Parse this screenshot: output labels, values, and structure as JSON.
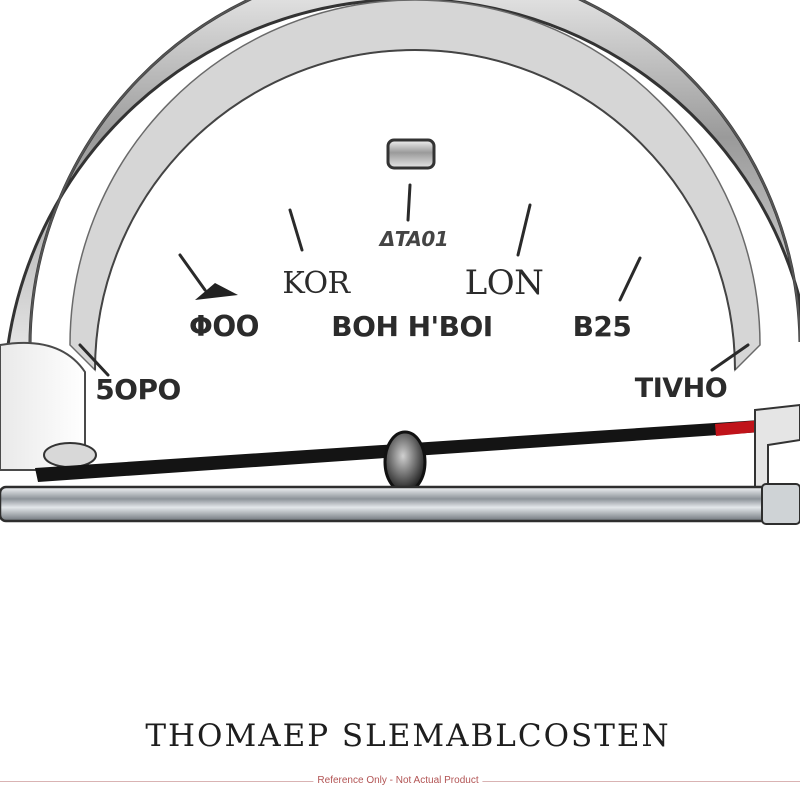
{
  "gauge": {
    "labels": {
      "top": "ΔTA01",
      "upper_left": "KOR",
      "upper_right": "LON",
      "mid_left": "ΦΟΟ",
      "mid_center": "BOH H'BOI",
      "mid_right": "B25",
      "lower_left": "5OPO",
      "lower_right": "TIVHO"
    },
    "needle_color": "#c0131a",
    "face_color": "#ffffff",
    "bezel_color": "#8a8a8a"
  },
  "caption": "THOMAEP SLEMABLCOSTEN",
  "disclaimer": "Reference Only - Not Actual Product"
}
